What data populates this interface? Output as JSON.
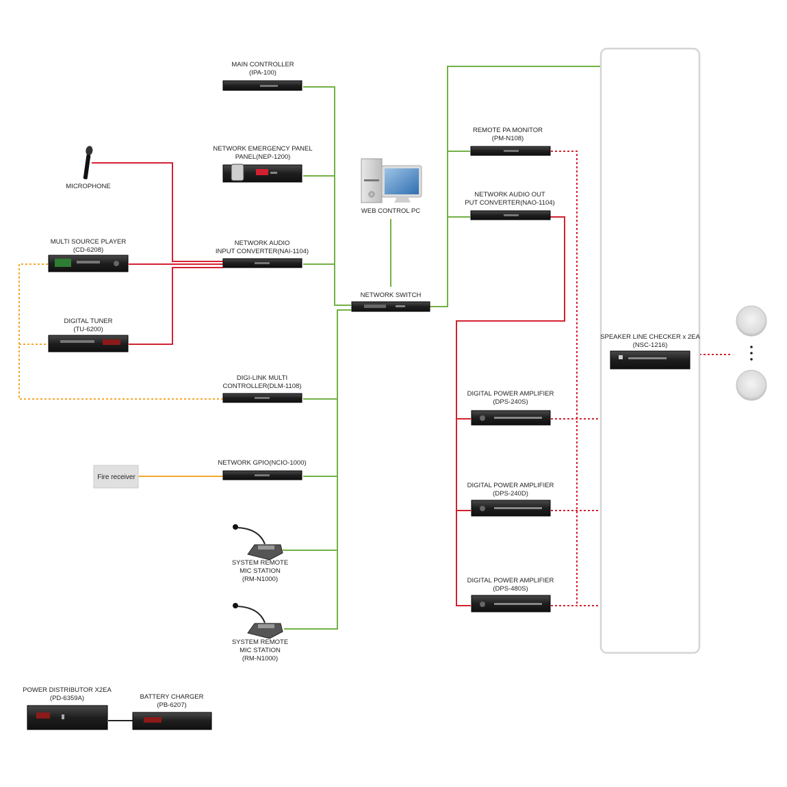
{
  "labels": {
    "main_controller": [
      "MAIN CONTROLLER",
      "(IPA-100)"
    ],
    "emergency_panel": [
      "NETWORK EMERGENCY PANEL",
      "PANEL(NEP-1200)"
    ],
    "microphone": [
      "MICROPHONE"
    ],
    "multi_source_player": [
      "MULTI SOURCE PLAYER",
      "(CD-6208)"
    ],
    "network_audio_input": [
      "NETWORK AUDIO",
      "INPUT CONVERTER(NAI-1104)"
    ],
    "digital_tuner": [
      "DIGITAL TUNER",
      "(TU-6200)"
    ],
    "digi_link": [
      "DIGI-LINK MULTI",
      "CONTROLLER(DLM-1108)"
    ],
    "network_gpio": [
      "NETWORK GPIO(NCIO-1000)"
    ],
    "fire_receiver": "Fire receiver",
    "remote_mic_1": [
      "SYSTEM REMOTE",
      "MIC STATION",
      "(RM-N1000)"
    ],
    "remote_mic_2": [
      "SYSTEM REMOTE",
      "MIC STATION",
      "(RM-N1000)"
    ],
    "web_control_pc": [
      "WEB CONTROL PC"
    ],
    "network_switch": [
      "NETWORK SWITCH"
    ],
    "remote_pa_monitor": [
      "REMOTE PA MONITOR",
      "(PM-N108)"
    ],
    "network_audio_out": [
      "NETWORK AUDIO OUT",
      "PUT CONVERTER(NAO-1104)"
    ],
    "amp_240s": [
      "DIGITAL POWER AMPLIFIER",
      "(DPS-240S)"
    ],
    "amp_240d": [
      "DIGITAL POWER AMPLIFIER",
      "(DPS-240D)"
    ],
    "amp_480s": [
      "DIGITAL POWER AMPLIFIER",
      "(DPS-480S)"
    ],
    "speaker_line_checker": [
      "SPEAKER LINE CHECKER x 2EA",
      "(NSC-1216)"
    ],
    "power_distributor": [
      "POWER DISTRIBUTOR X2EA",
      "(PD-6359A)"
    ],
    "battery_charger": [
      "BATTERY CHARGER",
      "(PB-6207)"
    ]
  },
  "colors": {
    "network": "#72b043",
    "audio": "#d3202f",
    "control": "#f3a72a",
    "power": "#222222"
  },
  "icons": {
    "rack_unit": "rack-device-icon",
    "microphone": "handheld-microphone-icon",
    "mic_station": "desk-mic-station-icon",
    "pc": "desktop-pc-icon",
    "speaker": "ceiling-speaker-icon"
  }
}
